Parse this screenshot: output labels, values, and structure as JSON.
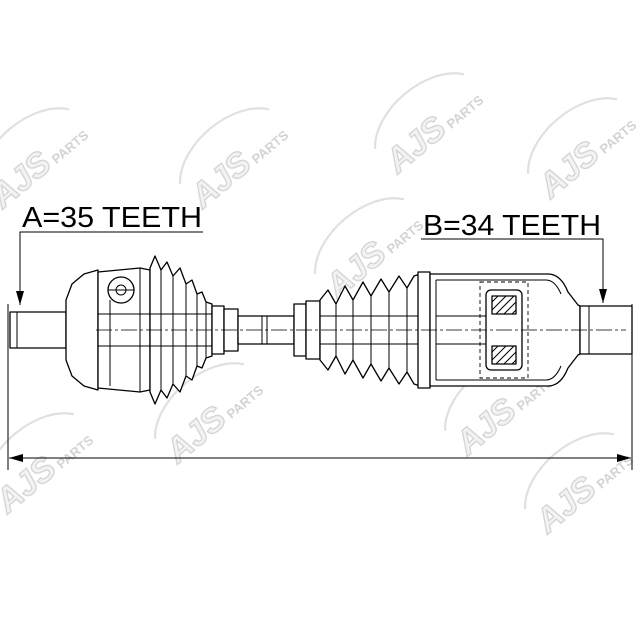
{
  "drawing": {
    "labels": {
      "a_teeth": "A=35 TEETH",
      "b_teeth": "B=34 TEETH"
    }
  },
  "watermark": {
    "brand": "AJS",
    "suffix": "PARTS"
  },
  "colors": {
    "line": "#000000",
    "background": "#ffffff",
    "watermark": "#d6d6d6"
  }
}
